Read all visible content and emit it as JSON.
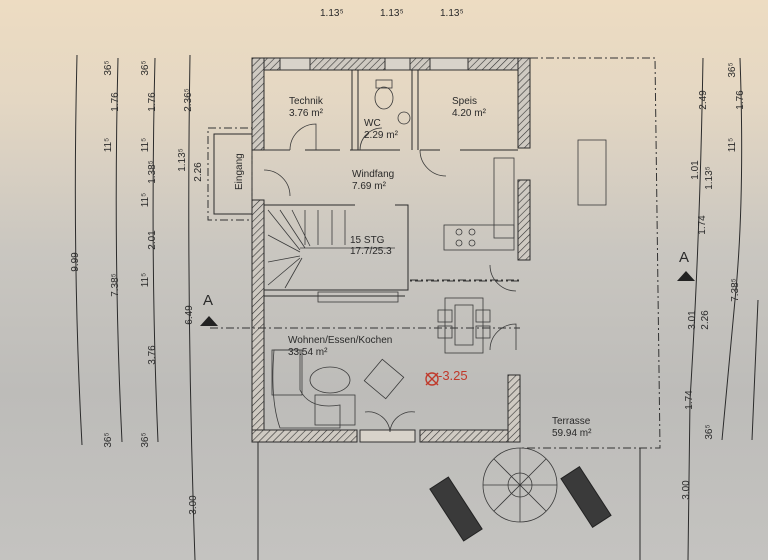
{
  "top_dimensions": [
    "1.13⁵",
    "1.13⁵",
    "1.13⁵"
  ],
  "left_dimensions": {
    "overall": "9.99",
    "line2": [
      "36⁵",
      "1.76",
      "11⁵",
      "7.38⁵",
      "36⁵"
    ],
    "line3": [
      "36⁵",
      "1.76",
      "11⁵",
      "1.38⁵",
      "11⁵",
      "2.01",
      "11⁵",
      "3.76",
      "36⁵"
    ],
    "line4": [
      "2.36⁵",
      "1.13⁵",
      "2.26",
      "6.49",
      "3.00"
    ]
  },
  "right_dimensions": {
    "line1": [
      "2.49",
      "1.01",
      "1.13⁵",
      "1.74",
      "3.01",
      "2.26",
      "1.74",
      "36⁵",
      "3.00"
    ],
    "line2": [
      "36⁵",
      "1.76",
      "11⁵",
      "7.38⁵"
    ]
  },
  "rooms": [
    {
      "name": "Technik",
      "area": "3.76 m²"
    },
    {
      "name": "WC",
      "area": "2.29 m²"
    },
    {
      "name": "Speis",
      "area": "4.20 m²"
    },
    {
      "name": "Windfang",
      "area": "7.69 m²"
    },
    {
      "name": "Wohnen/Essen/Kochen",
      "area": "33.54 m²"
    },
    {
      "name": "Terrasse",
      "area": "59.94 m²"
    }
  ],
  "entrance_label": "Eingang",
  "stairs": {
    "steps": "15 STG",
    "ratio": "17.7/25.3"
  },
  "section_marker": "A",
  "level_marker": {
    "value": "-3.25",
    "color": "#c0392b"
  }
}
